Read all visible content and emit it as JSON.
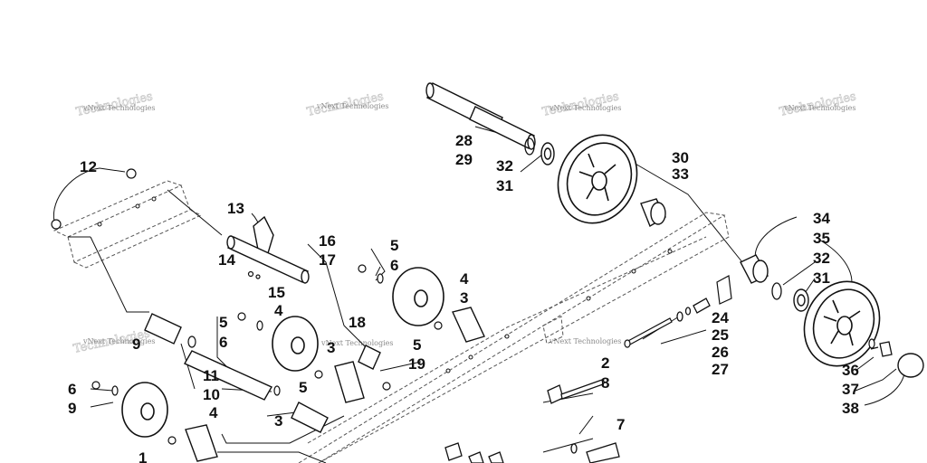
{
  "watermarks": [
    "vNext Technologies",
    "vNext Technologies",
    "vNext Technologies",
    "vNext Technologies",
    "vNext Technologies",
    "vNext Technologies",
    "vNext Technologies"
  ],
  "callouts": [
    "12",
    "13",
    "14",
    "15",
    "16",
    "17",
    "28",
    "29",
    "32",
    "31",
    "30",
    "33",
    "34",
    "35",
    "32",
    "31",
    "24",
    "25",
    "26",
    "27",
    "36",
    "37",
    "38",
    "5",
    "6",
    "4",
    "3",
    "5",
    "6",
    "4",
    "18",
    "5",
    "19",
    "9",
    "11",
    "10",
    "3",
    "5",
    "6",
    "9",
    "3",
    "4",
    "1",
    "2",
    "8",
    "7"
  ],
  "colors": {
    "line": "#111111",
    "dash": "#555555",
    "watermark": "#8a8a8a"
  }
}
